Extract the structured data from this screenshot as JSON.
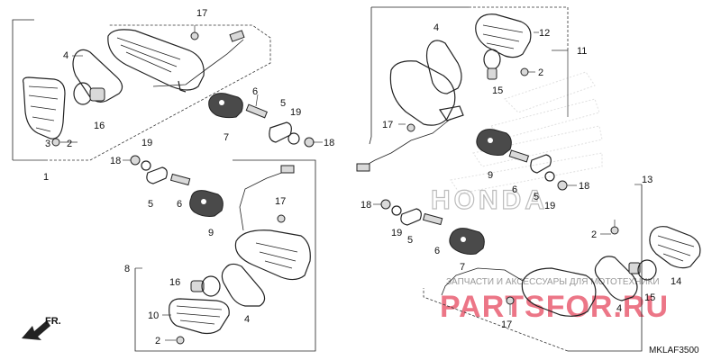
{
  "callouts": {
    "c1": "1",
    "c2a": "2",
    "c3": "3",
    "c4a": "4",
    "c5a": "5",
    "c6a": "6",
    "c7a": "7",
    "c16a": "16",
    "c17a": "17",
    "c18a": "18",
    "c19a": "19",
    "c18b": "18",
    "c19b": "19",
    "c5b": "5",
    "c6b": "6",
    "c9a": "9",
    "c8": "8",
    "c17b": "17",
    "c16b": "16",
    "c10": "10",
    "c4b": "4",
    "c2b": "2",
    "c4c": "4",
    "c12": "12",
    "c11": "11",
    "c2c": "2",
    "c15a": "15",
    "c17c": "17",
    "c9b": "9",
    "c6c": "6",
    "c5c": "5",
    "c19c": "19",
    "c18c": "18",
    "c13": "13",
    "c18d": "18",
    "c19d": "19",
    "c5d": "5",
    "c6d": "6",
    "c7b": "7",
    "c2d": "2",
    "c14": "14",
    "c4d": "4",
    "c15b": "15",
    "c17d": "17"
  },
  "direction_label": "FR.",
  "diagram_code": "MKLAF3500",
  "watermark": {
    "brand": "HONDA",
    "tagline": "ЗАПЧАСТИ И АКСЕССУАРЫ ДЛЯ МОТОТЕХНИКИ",
    "site": "PARTSFOR.RU"
  },
  "colors": {
    "line": "#222222",
    "watermark_red": "#e8546a",
    "watermark_gray": "#bdbdbd"
  }
}
